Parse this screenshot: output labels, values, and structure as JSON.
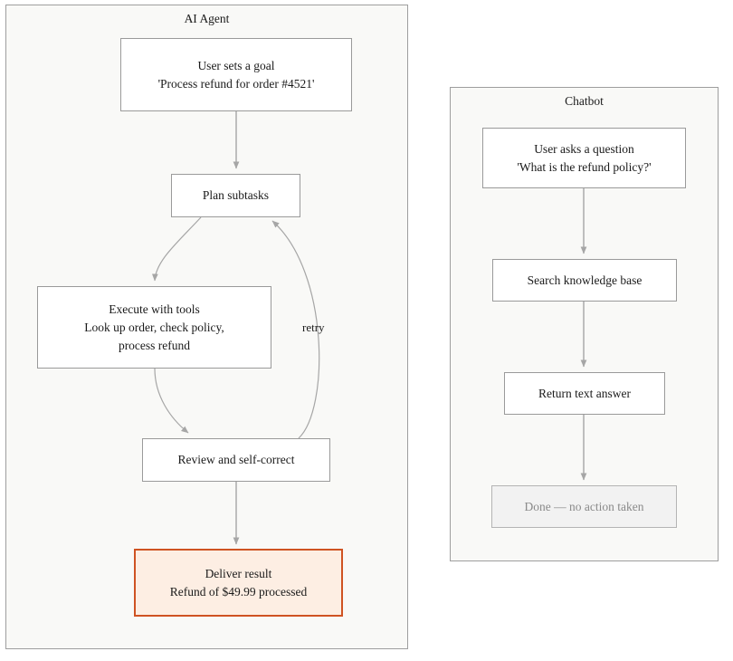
{
  "diagram": {
    "type": "flowchart",
    "orientation": "top-to-bottom",
    "edge_color": "#a6a6a6",
    "panel_background": "#f9f9f7",
    "panel_border": "#9e9e9e",
    "node_border": "#9a9a9a",
    "highlight_border": "#cf5322",
    "highlight_fill": "#fdeee3",
    "muted_fill": "#f2f2f2",
    "muted_text": "#8a8a8a"
  },
  "panels": [
    {
      "id": "ai-agent",
      "title": "AI Agent",
      "nodes": [
        {
          "id": "user-goal",
          "line1": "User sets a goal",
          "line2": "'Process refund for order #4521'",
          "style": "default"
        },
        {
          "id": "plan-subtasks",
          "line1": "Plan subtasks",
          "line2": "",
          "style": "default"
        },
        {
          "id": "execute-tools",
          "line1": "Execute with tools",
          "line2": "Look up order, check policy,",
          "line3": "process refund",
          "style": "default"
        },
        {
          "id": "review-self-correct",
          "line1": "Review and self-correct",
          "line2": "",
          "style": "default"
        },
        {
          "id": "deliver-result",
          "line1": "Deliver result",
          "line2": "Refund of $49.99 processed",
          "style": "highlight"
        }
      ],
      "edge_labels": [
        {
          "id": "retry",
          "text": "retry"
        }
      ]
    },
    {
      "id": "chatbot",
      "title": "Chatbot",
      "nodes": [
        {
          "id": "user-question",
          "line1": "User asks a question",
          "line2": "'What is the refund policy?'",
          "style": "default"
        },
        {
          "id": "search-kb",
          "line1": "Search knowledge base",
          "line2": "",
          "style": "default"
        },
        {
          "id": "return-answer",
          "line1": "Return text answer",
          "line2": "",
          "style": "default"
        },
        {
          "id": "done-no-action",
          "line1": "Done — no action taken",
          "line2": "",
          "style": "muted"
        }
      ],
      "edge_labels": []
    }
  ]
}
